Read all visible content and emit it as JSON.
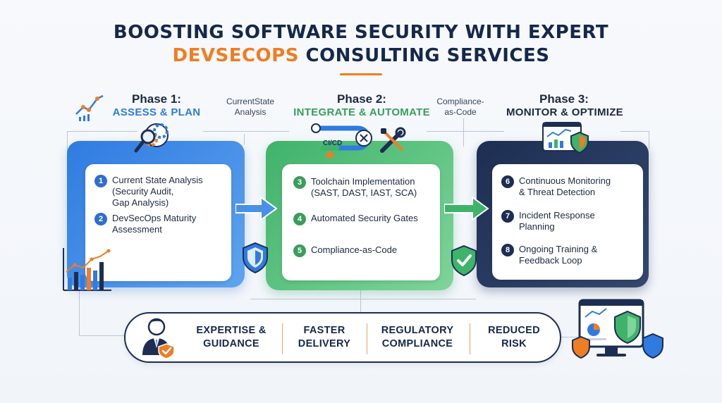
{
  "title": {
    "line1": "BOOSTING SOFTWARE SECURITY WITH EXPERT",
    "line2_accent": "DEVSECOPS",
    "line2_rest": " CONSULTING SERVICES"
  },
  "notes": {
    "between_1_2": "CurrentState\nAnalysis",
    "between_2_3": "Compliance-\nas-Code"
  },
  "phases": [
    {
      "number": "Phase 1:",
      "name": "ASSESS & PLAN",
      "color": "#2f7be0",
      "items": [
        {
          "n": "1",
          "text": "Current State Analysis\n(Security Audit,\nGap Analysis)"
        },
        {
          "n": "2",
          "text": "DevSecOps Maturity\nAssessment"
        }
      ]
    },
    {
      "number": "Phase 2:",
      "name": "INTEGRATE & AUTOMATE",
      "color": "#3fb36a",
      "badge": "CI/CD",
      "items": [
        {
          "n": "3",
          "text": "Toolchain Implementation\n(SAST, DAST, IAST, SCA)"
        },
        {
          "n": "4",
          "text": "Automated Security Gates"
        },
        {
          "n": "5",
          "text": "Compliance-as-Code"
        }
      ]
    },
    {
      "number": "Phase 3:",
      "name": "MONITOR & OPTIMIZE",
      "color": "#1d2e52",
      "items": [
        {
          "n": "6",
          "text": "Continuous Monitoring\n& Threat Detection"
        },
        {
          "n": "7",
          "text": "Incident Response\nPlanning"
        },
        {
          "n": "8",
          "text": "Ongoing Training &\nFeedback Loop"
        }
      ]
    }
  ],
  "benefits": [
    "EXPERTISE &\nGUIDANCE",
    "FASTER\nDELIVERY",
    "REGULATORY\nCOMPLIANCE",
    "REDUCED\nRISK"
  ],
  "icons": {
    "trend_chart": "line-chart-icon",
    "gears_magnifier": "gears-magnifier-icon",
    "pipeline": "cicd-pipeline-icon",
    "tools": "wrench-screwdriver-icon",
    "dashboard": "dashboard-shield-icon",
    "bar_chart": "bar-chart-icon",
    "shield_blue": "shield-icon",
    "shield_check": "shield-check-icon",
    "consultant": "consultant-avatar-icon",
    "monitor": "monitor-shields-icon"
  },
  "colors": {
    "title": "#14284b",
    "accent": "#ef7d22",
    "phase1": "#2f7be0",
    "phase2": "#3fb36a",
    "phase3": "#1d2e52"
  }
}
